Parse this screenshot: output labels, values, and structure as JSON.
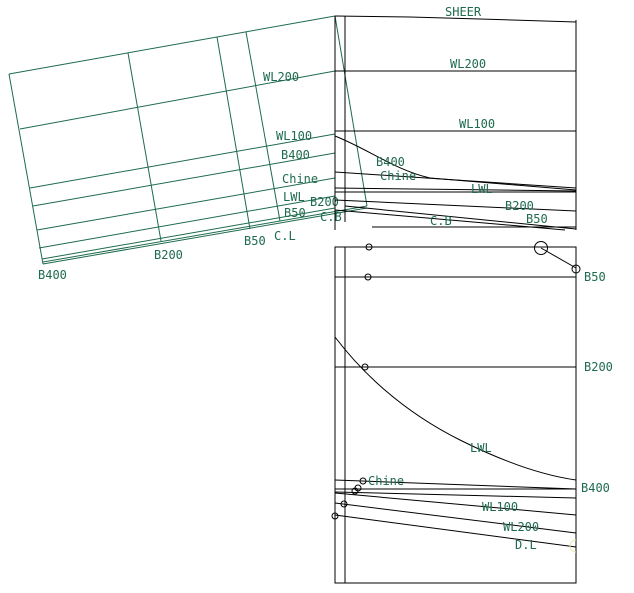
{
  "colors": {
    "grid": "#1e6b4e",
    "lines": "#000000",
    "background": "#ffffff",
    "highlight": "#e6e6a0"
  },
  "perspective_view": {
    "labels": {
      "wl200": "WL200",
      "wl100": "WL100",
      "b400": "B400",
      "chine": "Chine",
      "lwl": "LWL",
      "b200_trunc": "B200",
      "b50": "B50",
      "cb": "C.B",
      "cl": "C.L",
      "bottom_b400": "B400",
      "bottom_b200": "B200",
      "bottom_b50": "B50"
    }
  },
  "profile_view": {
    "labels": {
      "sheer": "SHEER",
      "wl200": "WL200",
      "wl100": "WL100",
      "b400": "B400",
      "chine": "Chine",
      "lwl": "LWL",
      "b200": "B200",
      "b50": "B50",
      "cb": "C.B"
    }
  },
  "plan_view": {
    "labels": {
      "b50": "B50",
      "b200": "B200",
      "lwl": "LWL",
      "chine": "Chine",
      "b400": "B400",
      "wl100": "WL100",
      "wl200": "WL200",
      "dl": "D.L"
    }
  }
}
